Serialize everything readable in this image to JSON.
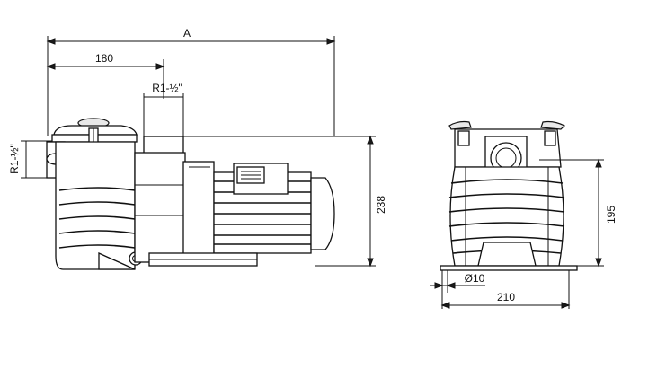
{
  "dimensions": {
    "overall_length": "A",
    "inlet_offset": "180",
    "outlet_thread": "R1-½\"",
    "inlet_thread": "R1-½\"",
    "overall_height": "238",
    "end_height": "195",
    "mount_hole": "Ø10",
    "base_width": "210"
  }
}
